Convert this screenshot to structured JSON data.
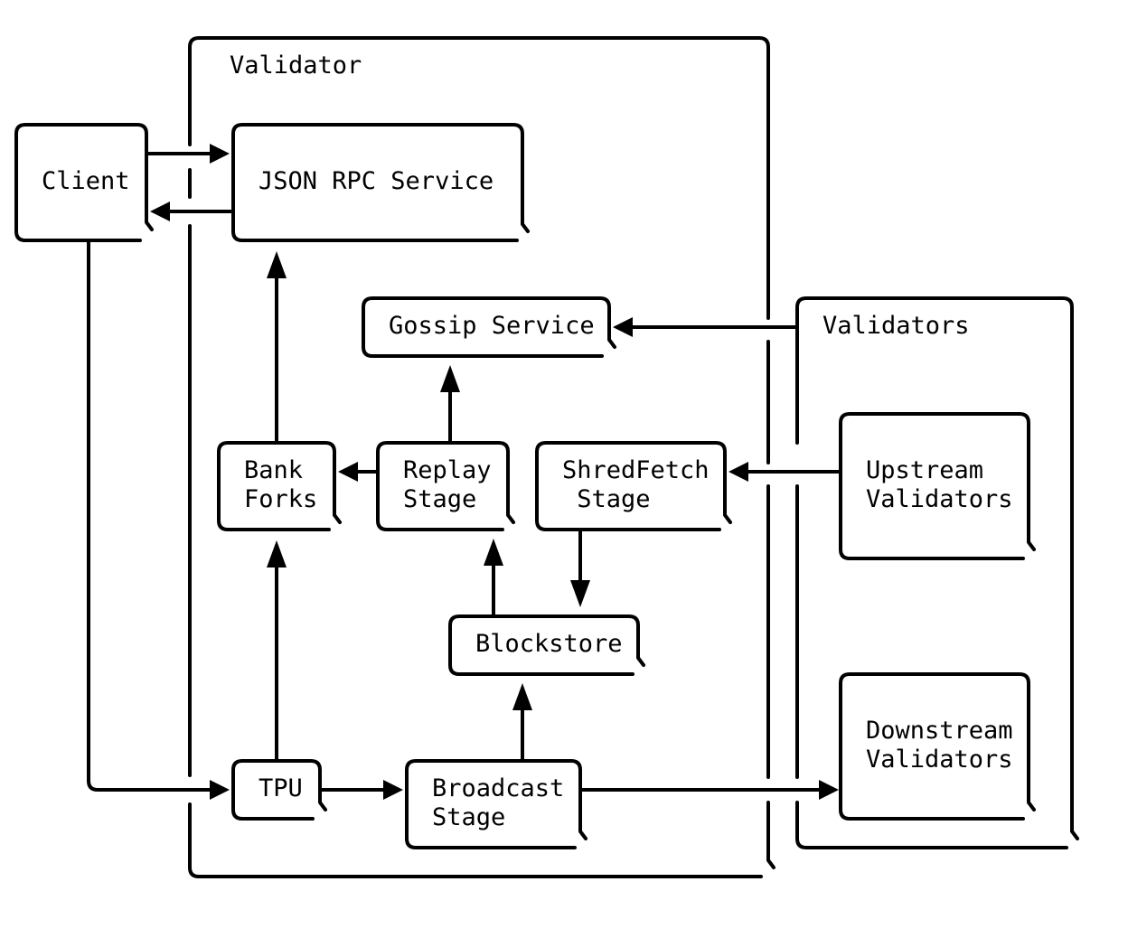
{
  "diagram": {
    "colors": {
      "stroke": "#000000",
      "background": "#ffffff",
      "text": "#000000"
    },
    "containers": {
      "validator": {
        "label": "Validator"
      },
      "validators": {
        "label": "Validators"
      }
    },
    "nodes": {
      "client": {
        "lines": [
          "Client"
        ]
      },
      "json_rpc": {
        "lines": [
          "JSON RPC Service"
        ]
      },
      "gossip": {
        "lines": [
          "Gossip Service"
        ]
      },
      "bank_forks": {
        "lines": [
          "Bank",
          "Forks"
        ]
      },
      "replay": {
        "lines": [
          "Replay",
          "Stage"
        ]
      },
      "shredfetch": {
        "lines": [
          "ShredFetch",
          " Stage"
        ]
      },
      "blockstore": {
        "lines": [
          "Blockstore"
        ]
      },
      "tpu": {
        "lines": [
          "TPU"
        ]
      },
      "broadcast": {
        "lines": [
          "Broadcast",
          "Stage"
        ]
      },
      "upstream": {
        "lines": [
          "Upstream",
          "Validators"
        ]
      },
      "downstream": {
        "lines": [
          "Downstream",
          "Validators"
        ]
      }
    },
    "edges": [
      {
        "from": "Client",
        "to": "JSON RPC Service"
      },
      {
        "from": "JSON RPC Service",
        "to": "Client"
      },
      {
        "from": "Client",
        "to": "TPU"
      },
      {
        "from": "Bank Forks",
        "to": "JSON RPC Service"
      },
      {
        "from": "Validators",
        "to": "Gossip Service"
      },
      {
        "from": "Replay Stage",
        "to": "Gossip Service"
      },
      {
        "from": "Replay Stage",
        "to": "Bank Forks"
      },
      {
        "from": "Upstream Validators",
        "to": "ShredFetch Stage"
      },
      {
        "from": "ShredFetch Stage",
        "to": "Blockstore"
      },
      {
        "from": "Blockstore",
        "to": "Replay Stage"
      },
      {
        "from": "TPU",
        "to": "Bank Forks"
      },
      {
        "from": "TPU",
        "to": "Broadcast Stage"
      },
      {
        "from": "Broadcast Stage",
        "to": "Blockstore"
      },
      {
        "from": "Broadcast Stage",
        "to": "Downstream Validators"
      }
    ]
  }
}
